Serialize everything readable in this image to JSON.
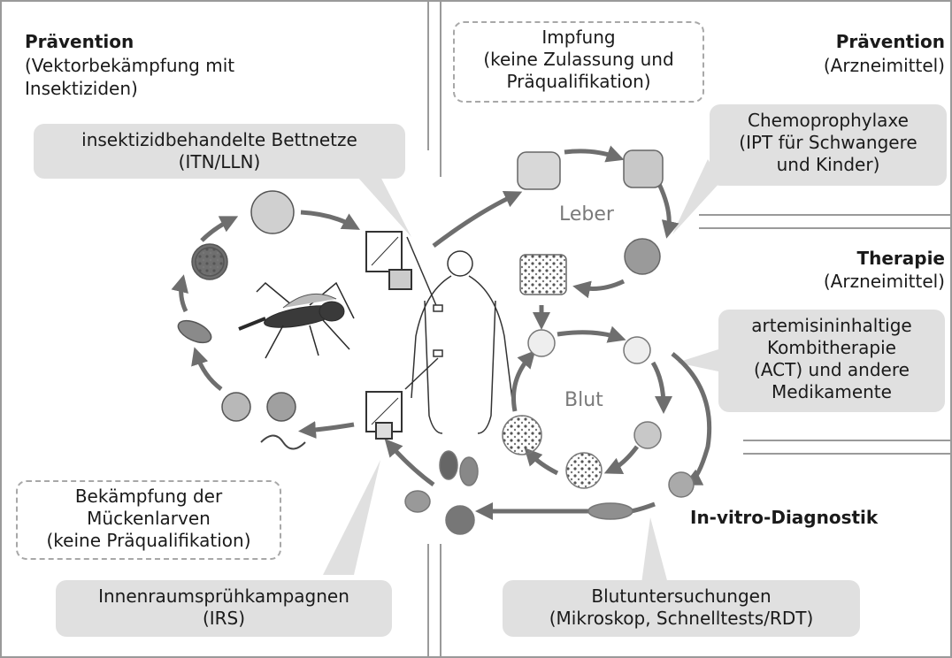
{
  "left": {
    "heading": "Prävention",
    "subheading_line1": "(Vektorbekämpfung mit",
    "subheading_line2": "Insektiziden)",
    "bednets_line1": "insektizidbehandelte Bettnetze",
    "bednets_line2": "(ITN/LLN)",
    "larvae_line1": "Bekämpfung der",
    "larvae_line2": "Mückenlarven",
    "larvae_line3": "(keine Präqualifikation)",
    "irs_line1": "Innenraumsprühkampagnen",
    "irs_line2": "(IRS)"
  },
  "right": {
    "vaccine_line1": "Impfung",
    "vaccine_line2": "(keine Zulassung und",
    "vaccine_line3": "Präqualifikation)",
    "prevention_heading": "Prävention",
    "prevention_sub": "(Arzneimittel)",
    "chemo_line1": "Chemoprophylaxe",
    "chemo_line2": "(IPT für Schwangere",
    "chemo_line3": "und Kinder)",
    "liver_label": "Leber",
    "therapy_heading": "Therapie",
    "therapy_sub": "(Arzneimittel)",
    "act_line1": "artemisininhaltige",
    "act_line2": "Kombitherapie",
    "act_line3": "(ACT) und andere",
    "act_line4": "Medikamente",
    "blood_label": "Blut",
    "diagnostics_heading": "In-vitro-Diagnostik",
    "bloodtest_line1": "Blutuntersuchungen",
    "bloodtest_line2": "(Mikroskop, Schnelltests/RDT)"
  }
}
